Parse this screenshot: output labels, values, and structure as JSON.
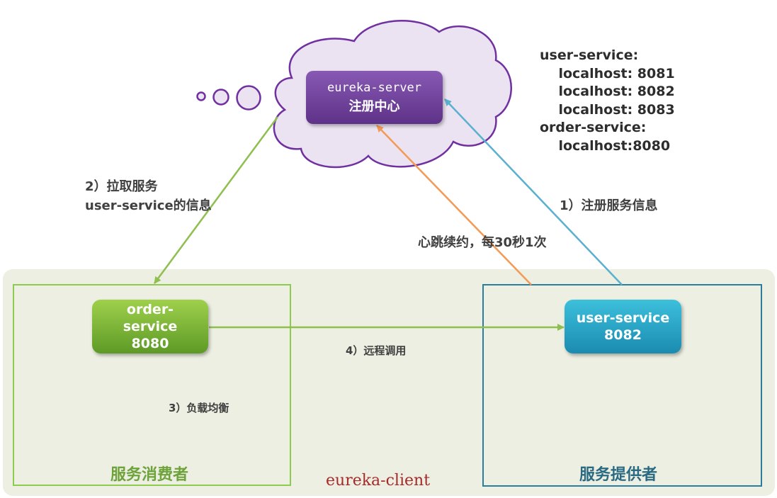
{
  "server": {
    "title": "eureka-server",
    "subtitle": "注册中心"
  },
  "registry_info": {
    "line1": "user-service:",
    "line2": "    localhost: 8081",
    "line3": "    localhost: 8082",
    "line4": "    localhost: 8083",
    "line5": "order-service:",
    "line6": "    localhost:8080"
  },
  "labels": {
    "pull_line1": "2）拉取服务",
    "pull_line2": "user-service的信息",
    "register": "1）注册服务信息",
    "heartbeat": "心跳续约，每30秒1次",
    "remote_call": "4）远程调用",
    "load_balance": "3）负载均衡"
  },
  "consumer": {
    "region_label": "服务消费者",
    "node_line1": "order-",
    "node_line2": "service",
    "node_line3": "8080"
  },
  "provider": {
    "region_label": "服务提供者",
    "node_line1": "user-service",
    "node_line2": "8082"
  },
  "client_label": "eureka-client",
  "colors": {
    "server": "#6a3d99",
    "cloud_fill": "#ebe3f1",
    "cloud_stroke": "#7030a0",
    "consumer": "#8ccb4e",
    "provider": "#2b7d9d",
    "pull_arrow": "#8fbf4f",
    "register_arrow": "#5ab0cf",
    "heartbeat_arrow": "#f39a56",
    "client_label": "#a52a2a"
  }
}
